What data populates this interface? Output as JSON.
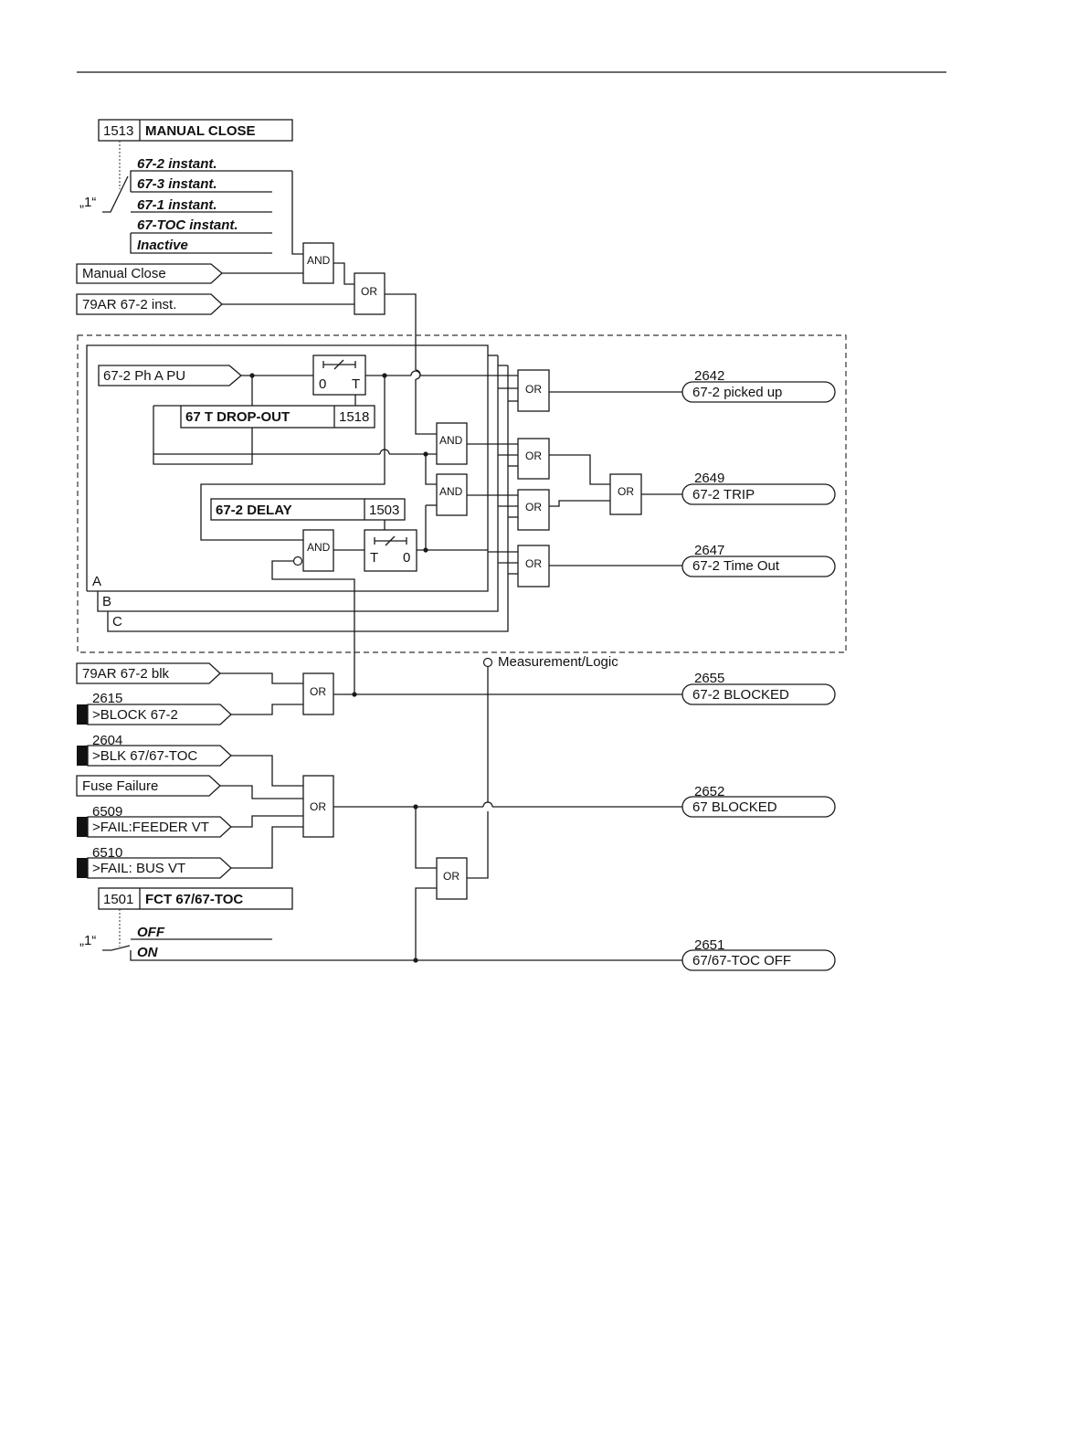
{
  "param_1513": {
    "number": "1513",
    "name": "MANUAL CLOSE",
    "default_marker": "„1“",
    "options": [
      "67-2 instant.",
      "67-3 instant.",
      "67-1 instant.",
      "67-TOC instant.",
      "Inactive"
    ]
  },
  "inputs": {
    "manual_close": "Manual Close",
    "ar_inst": "79AR 67-2 inst.",
    "ph_pu": "67-2 Ph A PU",
    "ar_blk": "79AR 67-2 blk",
    "block_672": {
      "number": "2615",
      "label": ">BLOCK 67-2"
    },
    "blk_67toc": {
      "number": "2604",
      "label": ">BLK 67/67-TOC"
    },
    "fuse_failure": "Fuse Failure",
    "fail_feeder": {
      "number": "6509",
      "label": ">FAIL:FEEDER VT"
    },
    "fail_bus": {
      "number": "6510",
      "label": ">FAIL: BUS VT"
    }
  },
  "timers": {
    "dropout": {
      "name": "67 T DROP-OUT",
      "number": "1518",
      "left": "0",
      "right": "T"
    },
    "delay": {
      "name": "67-2 DELAY",
      "number": "1503",
      "left": "T",
      "right": "0"
    }
  },
  "phases": [
    "A",
    "B",
    "C"
  ],
  "gates": {
    "and": "AND",
    "or": "OR"
  },
  "measurement_label": "Measurement/Logic",
  "param_1501": {
    "number": "1501",
    "name": "FCT 67/67-TOC",
    "default_marker": "„1“",
    "options": [
      "OFF",
      "ON"
    ]
  },
  "outputs": [
    {
      "number": "2642",
      "label": "67-2 picked up"
    },
    {
      "number": "2649",
      "label": "67-2 TRIP"
    },
    {
      "number": "2647",
      "label": "67-2 Time Out"
    },
    {
      "number": "2655",
      "label": "67-2 BLOCKED"
    },
    {
      "number": "2652",
      "label": "67 BLOCKED"
    },
    {
      "number": "2651",
      "label": "67/67-TOC  OFF"
    }
  ]
}
